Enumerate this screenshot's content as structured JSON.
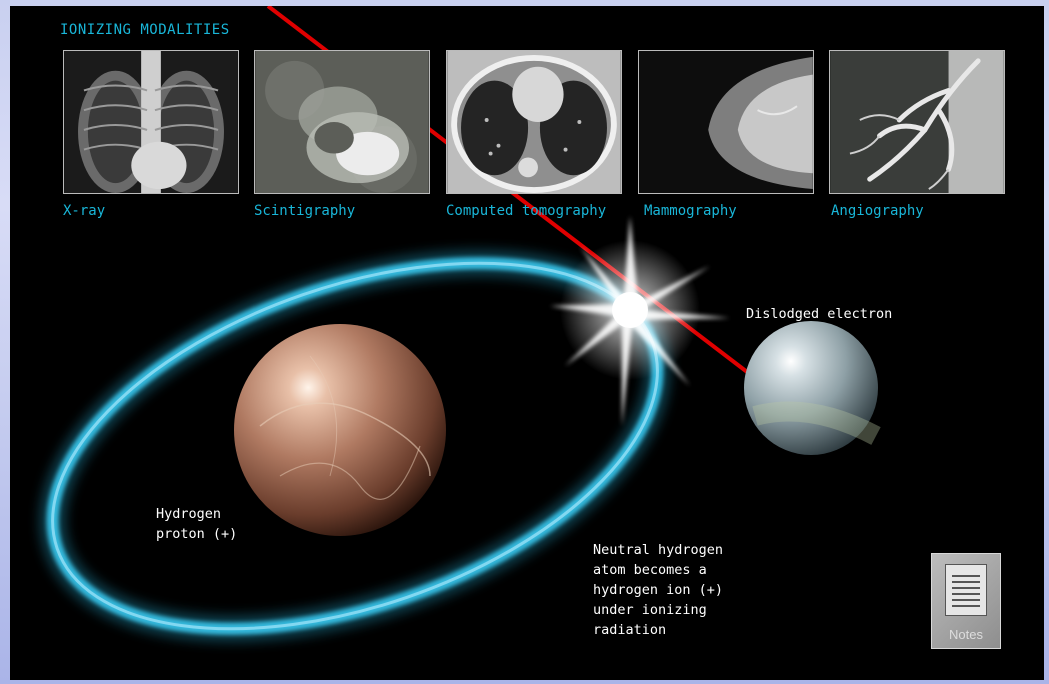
{
  "section_title": "IONIZING MODALITIES",
  "modalities": [
    {
      "label": "X-ray",
      "icon": "chest-xray-image"
    },
    {
      "label": "Scintigraphy",
      "icon": "scintigraphy-heart-image"
    },
    {
      "label": "Computed tomography",
      "icon": "ct-chest-slice-image"
    },
    {
      "label": "Mammography",
      "icon": "mammogram-image"
    },
    {
      "label": "Angiography",
      "icon": "angiogram-vessels-image"
    }
  ],
  "diagram": {
    "proton_label": "Hydrogen\nproton (+)",
    "electron_label": "Dislodged electron",
    "caption": "Neutral hydrogen\natom becomes a\nhydrogen ion (+)\nunder ionizing\nradiation"
  },
  "notes_button": {
    "label": "Notes",
    "icon": "notes-document-icon"
  },
  "colors": {
    "accent": "#19b6d8",
    "radiation_ray": "#e00000",
    "orbit": "#29b8e0"
  }
}
